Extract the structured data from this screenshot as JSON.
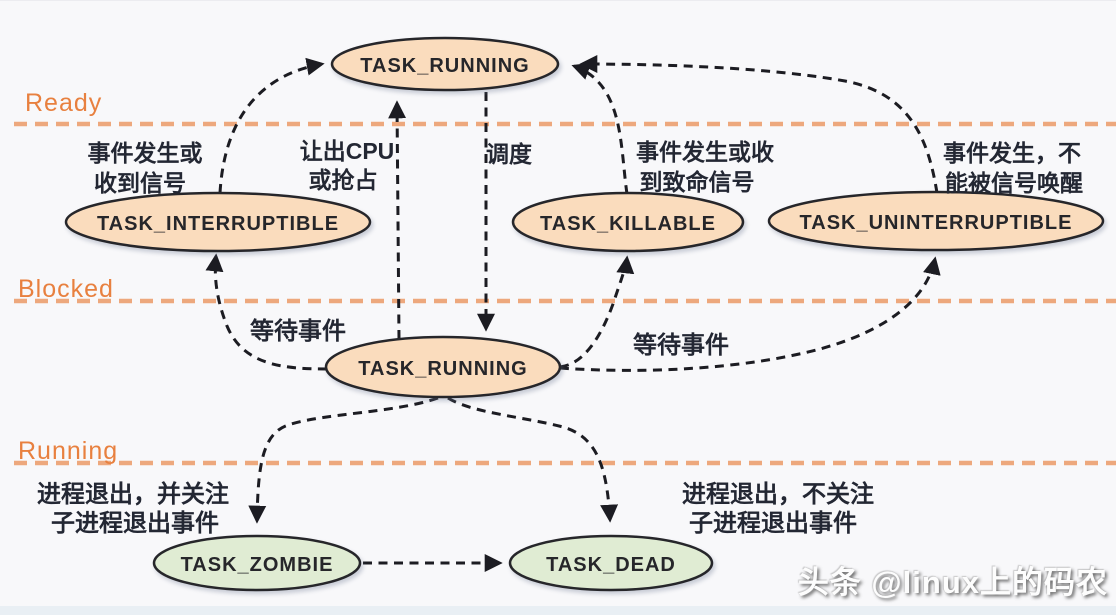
{
  "regions": {
    "ready": "Ready",
    "blocked": "Blocked",
    "running": "Running"
  },
  "nodes": {
    "running_top": {
      "label": "TASK_RUNNING"
    },
    "interruptible": {
      "label": "TASK_INTERRUPTIBLE"
    },
    "killable": {
      "label": "TASK_KILLABLE"
    },
    "uninterruptible": {
      "label": "TASK_UNINTERRUPTIBLE"
    },
    "running_mid": {
      "label": "TASK_RUNNING"
    },
    "zombie": {
      "label": "TASK_ZOMBIE"
    },
    "dead": {
      "label": "TASK_DEAD"
    }
  },
  "edge_labels": {
    "event_or_signal_line1": "事件发生或",
    "event_or_signal_line2": "收到信号",
    "yield_cpu_line1": "让出CPU",
    "yield_cpu_line2": "或抢占",
    "schedule": "调度",
    "fatal_signal_line1": "事件发生或收",
    "fatal_signal_line2": "到致命信号",
    "no_signal_wake_line1": "事件发生，不",
    "no_signal_wake_line2": "能被信号唤醒",
    "wait_event_left": "等待事件",
    "wait_event_right": "等待事件",
    "exit_watch_line1": "进程退出，并关注",
    "exit_watch_line2": "子进程退出事件",
    "exit_nowatch_line1": "进程退出，不关注",
    "exit_nowatch_line2": "子进程退出事件"
  },
  "watermark": "头条 @linux上的码农",
  "colors": {
    "state_fill": "#fadcbd",
    "final_fill": "#e0ecd3",
    "node_stroke": "#26262a",
    "edge_stroke": "#1c1c22",
    "region_line": "#eda87d",
    "region_label": "#e8803f",
    "label_text": "#232733",
    "background": "#f8f8fa"
  }
}
